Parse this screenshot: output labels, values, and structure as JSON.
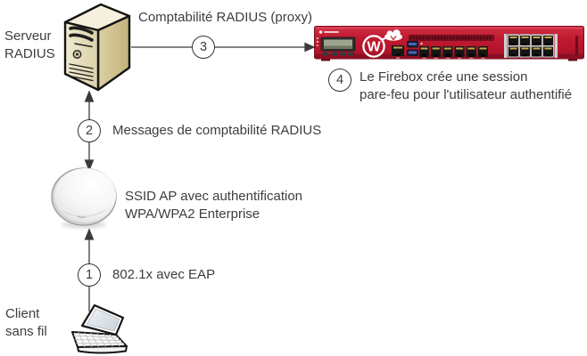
{
  "diagram": {
    "nodes": {
      "radius_server": {
        "label": [
          "Serveur",
          "RADIUS"
        ]
      },
      "firebox": {
        "brand_letter": "W"
      },
      "access_point": {
        "label": [
          "SSID AP avec authentification",
          "WPA/WPA2 Enterprise"
        ]
      },
      "wireless_client": {
        "label": [
          "Client",
          "sans fil"
        ]
      }
    },
    "steps": [
      {
        "number": "1",
        "label": [
          "802.1x avec EAP"
        ]
      },
      {
        "number": "2",
        "label": [
          "Messages de comptabilité RADIUS"
        ]
      },
      {
        "number": "3",
        "label": [
          "Comptabilité RADIUS (proxy)"
        ]
      },
      {
        "number": "4",
        "label": [
          "Le Firebox crée une session",
          "pare-feu pour l'utilisateur authentifié"
        ]
      }
    ],
    "colors": {
      "text": "#3d3d3d",
      "connector": "#3b3b3b",
      "firebox_red": "#c01b31",
      "server_beige": "#e7dfc2"
    }
  }
}
